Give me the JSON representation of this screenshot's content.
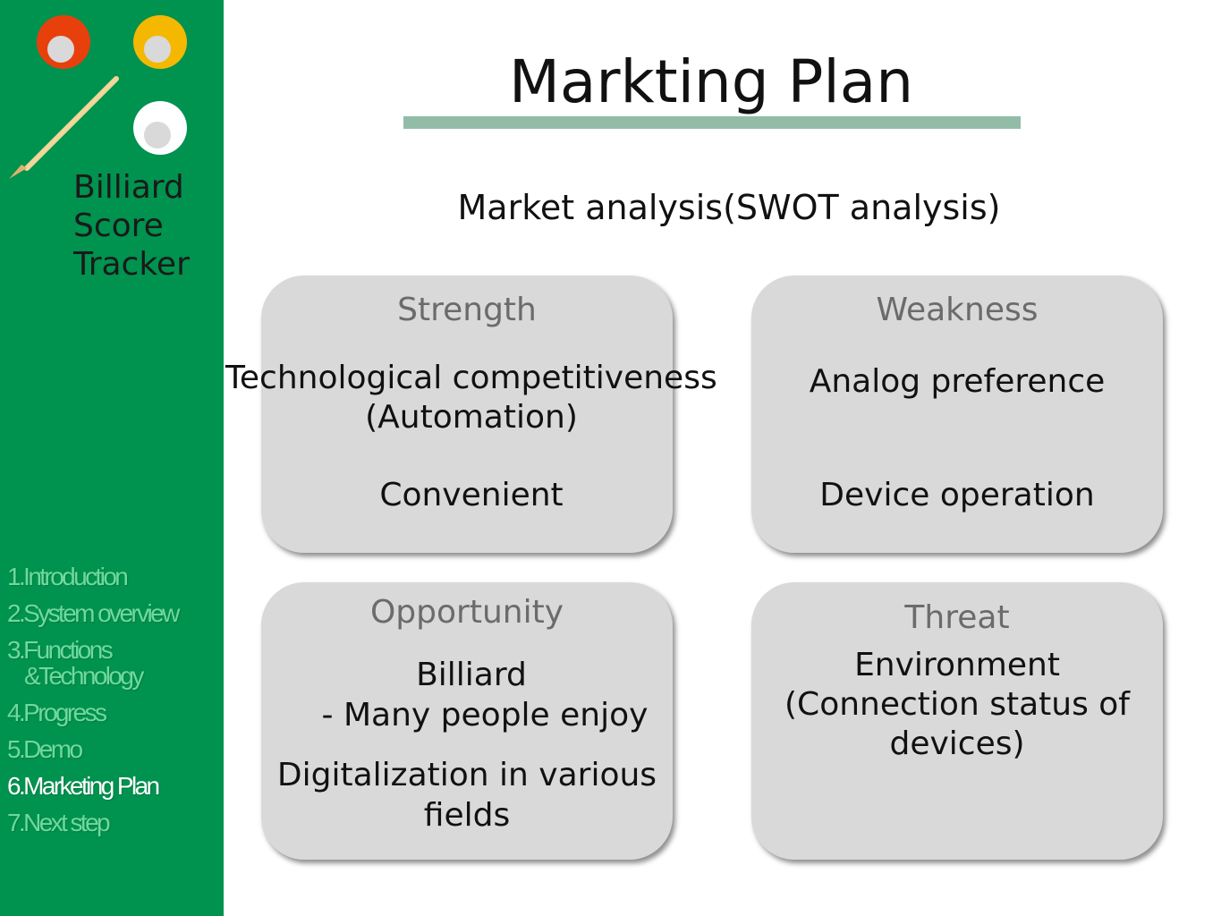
{
  "sidebar": {
    "brand_lines": [
      "Billiard",
      "Score",
      "Tracker"
    ],
    "nav_items": [
      {
        "label": "1.Introduction"
      },
      {
        "label": "2.System overview"
      },
      {
        "label": "3.Functions"
      },
      {
        "label": "&Technology"
      },
      {
        "label": "4.Progress"
      },
      {
        "label": "5.Demo"
      },
      {
        "label": "6.Marketing Plan"
      },
      {
        "label": "7.Next step"
      }
    ],
    "active_item": "6.Marketing Plan"
  },
  "title": "Markting Plan",
  "subtitle": "Market analysis(SWOT analysis)",
  "swot": {
    "strength": {
      "heading": "Strength",
      "line1": "Technological competitiveness",
      "line2": "(Automation)",
      "line3": "Convenient"
    },
    "weakness": {
      "heading": "Weakness",
      "line1": "Analog preference",
      "line2": "Device operation"
    },
    "opportunity": {
      "heading": "Opportunity",
      "line1": "Billiard",
      "line2": "- Many people enjoy",
      "line3": "Digitalization in various",
      "line4": "fields"
    },
    "threat": {
      "heading": "Threat",
      "line1": "Environment",
      "line2": "(Connection status of",
      "line3": "devices)"
    }
  },
  "colors": {
    "sidebar_bg": "#00924f",
    "nav_text": "#6fd99c",
    "nav_active": "#ffffff",
    "title_bar": "#93bca8",
    "card_bg": "#d9d9d9",
    "ball_red": "#e8400c",
    "ball_yellow": "#f5b800",
    "ball_white": "#ffffff",
    "cue": "#f1d79a"
  },
  "icons": [
    "red-billiard-ball-icon",
    "yellow-billiard-ball-icon",
    "white-billiard-ball-icon",
    "cue-stick-icon"
  ]
}
